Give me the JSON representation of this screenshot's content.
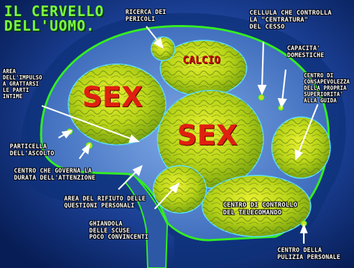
{
  "title": "IL CERVELLO\nDELL'UOMO.",
  "regions": {
    "sex_1": "SEX",
    "sex_2": "SEX",
    "calcio": "CALCIO",
    "telecomando": "CENTRO DI CONTROLLO\nDEL TELECOMANDO"
  },
  "labels": {
    "ricerca_pericoli": "RICERCA DEI\nPERICOLI",
    "cellula": "CELLULA CHE CONTROLLA\nLA \"CENTRATURA\"\nDEL CESSO",
    "capacita": "CAPACITA'\nDOMESTICHE",
    "consapevolezza": "CENTRO DI\nCONSAPEVOLEZZA\nDELLA PROPRIA\nSUPERIORITA'\nALLA GUIDA",
    "impulso": "AREA\nDELL'IMPULSO\nA GRATTARSI\nLE PARTI\nINTIME",
    "ascolto": "PARTICELLA\nDELL'ASCOLTO",
    "attenzione": "CENTRO CHE GOVERNA LA\nDURATA DELL'ATTENZIONE",
    "rifiuto": "AREA DEL RIFIUTO DELLE\nQUESTIONI PERSONALI",
    "ghiandola": "GHIANDOLA\nDELLE SCUSE\nPOCO CONVINCENTI",
    "pulizia": "CENTRO DELLA\nPULIZIA PERSONALE"
  },
  "colors": {
    "background": "#0a2a6e",
    "brain_outline": "#33ee22",
    "region_fill": "#c8e020",
    "title": "#7cff3a",
    "sex_text": "#e02010",
    "calcio_text": "#c01010"
  }
}
